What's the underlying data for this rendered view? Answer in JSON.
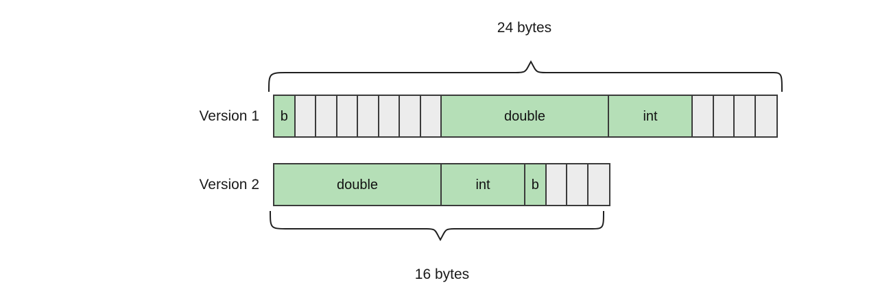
{
  "diagram": {
    "title_top": "24 bytes",
    "title_bottom": "16 bytes",
    "colors": {
      "filled": "#b5dfb7",
      "padding": "#ececec",
      "border": "#3a3a3a",
      "text": "#111111",
      "brace": "#1f1f1f"
    },
    "rows": [
      {
        "label": "Version 1",
        "total_bytes": 24,
        "cells": [
          {
            "text": "b",
            "bytes": 1,
            "filled": true
          },
          {
            "text": "",
            "bytes": 1,
            "filled": false
          },
          {
            "text": "",
            "bytes": 1,
            "filled": false
          },
          {
            "text": "",
            "bytes": 1,
            "filled": false
          },
          {
            "text": "",
            "bytes": 1,
            "filled": false
          },
          {
            "text": "",
            "bytes": 1,
            "filled": false
          },
          {
            "text": "",
            "bytes": 1,
            "filled": false
          },
          {
            "text": "",
            "bytes": 1,
            "filled": false
          },
          {
            "text": "double",
            "bytes": 8,
            "filled": true
          },
          {
            "text": "int",
            "bytes": 4,
            "filled": true
          },
          {
            "text": "",
            "bytes": 1,
            "filled": false
          },
          {
            "text": "",
            "bytes": 1,
            "filled": false
          },
          {
            "text": "",
            "bytes": 1,
            "filled": false
          },
          {
            "text": "",
            "bytes": 1,
            "filled": false
          }
        ]
      },
      {
        "label": "Version 2",
        "total_bytes": 16,
        "cells": [
          {
            "text": "double",
            "bytes": 8,
            "filled": true
          },
          {
            "text": "int",
            "bytes": 4,
            "filled": true
          },
          {
            "text": "b",
            "bytes": 1,
            "filled": true
          },
          {
            "text": "",
            "bytes": 1,
            "filled": false
          },
          {
            "text": "",
            "bytes": 1,
            "filled": false
          },
          {
            "text": "",
            "bytes": 1,
            "filled": false
          }
        ]
      }
    ]
  }
}
